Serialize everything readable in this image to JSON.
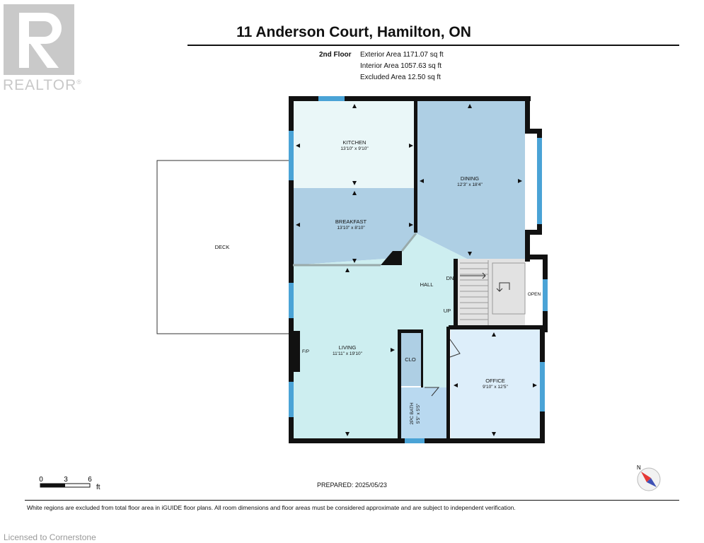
{
  "header": {
    "title": "11 Anderson Court, Hamilton, ON",
    "floor_name": "2nd Floor",
    "exterior_area": "Exterior Area 1171.07 sq ft",
    "interior_area": "Interior Area 1057.63 sq ft",
    "excluded_area": "Excluded Area 12.50 sq ft"
  },
  "logo": {
    "icon": "realtor-logo-icon",
    "text": "REALTOR",
    "mark": "®"
  },
  "rooms": {
    "kitchen": {
      "name": "KITCHEN",
      "dims": "13'10\" x 9'10\""
    },
    "breakfast": {
      "name": "BREAKFAST",
      "dims": "13'10\" x 8'10\""
    },
    "dining": {
      "name": "DINING",
      "dims": "12'3\" x 18'4\""
    },
    "hall": {
      "name": "HALL"
    },
    "living": {
      "name": "LIVING",
      "dims": "11'11\" x 19'10\""
    },
    "office": {
      "name": "OFFICE",
      "dims": "9'10\" x 12'5\""
    },
    "bath": {
      "name": "2PC BATH",
      "dims": "5'5\" x 5'5\""
    },
    "closet": {
      "name": "CLO"
    },
    "deck": {
      "name": "DECK"
    }
  },
  "labels": {
    "dn": "DN",
    "up": "UP",
    "open": "OPEN",
    "fireplace": "F/P"
  },
  "scale_bar": {
    "marks": [
      "0",
      "3",
      "6"
    ],
    "unit": "ft"
  },
  "compass": {
    "north": "N",
    "icon": "compass-icon"
  },
  "prepared": "PREPARED: 2025/05/23",
  "disclaimer": "White regions are excluded from total floor area in iGUIDE floor plans. All room dimensions and floor areas must be considered approximate and are subject to independent verification.",
  "watermark": "Licensed to Cornerstone",
  "colors": {
    "kitchen": "#eaf7f8",
    "breakfast": "#aecfe4",
    "dining": "#aecfe4",
    "living": "#cdeef0",
    "office": "#ddeefa",
    "bath": "#b9d9f0",
    "closet": "#aecfe4",
    "stairs": "#e0e0e0",
    "wall": "#111111",
    "window": "#4aa3d6"
  }
}
